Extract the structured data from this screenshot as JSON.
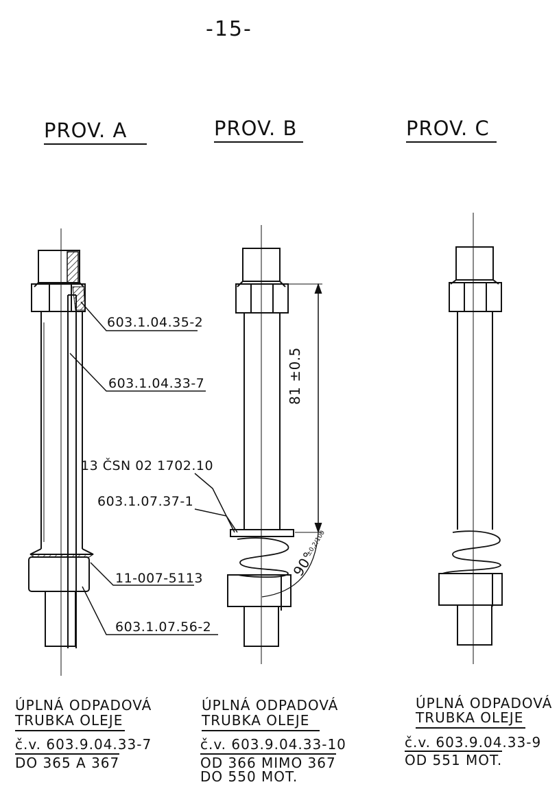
{
  "page_number": "-15-",
  "variants": [
    {
      "header": "PROV. A",
      "caption": {
        "line1": "ÚPLNÁ  ODPADOVÁ",
        "line2": "TRUBKA  OLEJE",
        "line3": "č.v. 603.9.04.33-7",
        "line4": "DO  365  A  367"
      }
    },
    {
      "header": "PROV. B",
      "caption": {
        "line1": "ÚPLNÁ  ODPADOVÁ",
        "line2": "TRUBKA  OLEJE",
        "line3": "č.v. 603.9.04.33-10",
        "line4": "OD  366 MIMO  367",
        "line5": "DO  550  MOT."
      }
    },
    {
      "header": "PROV.  C",
      "caption": {
        "line1": "ÚPLNÁ  ODPADOVÁ",
        "line2": "TRUBKA  OLEJE",
        "line3": "č.v. 603.9.04.33-9",
        "line4": "OD  551  MOT."
      }
    }
  ],
  "part_labels": {
    "nut": "603.1.04.35-2",
    "tube": "603.1.04.33-7",
    "ring": "13 ČSN  02 1702.10",
    "washer": "603.1.07.37-1",
    "seal": "11-007-5113",
    "sleeve": "603.1.07.56-2"
  },
  "dimensions": {
    "length": "81 ±0.5",
    "angle": "90°",
    "angle_tol": "±0,2/100"
  }
}
